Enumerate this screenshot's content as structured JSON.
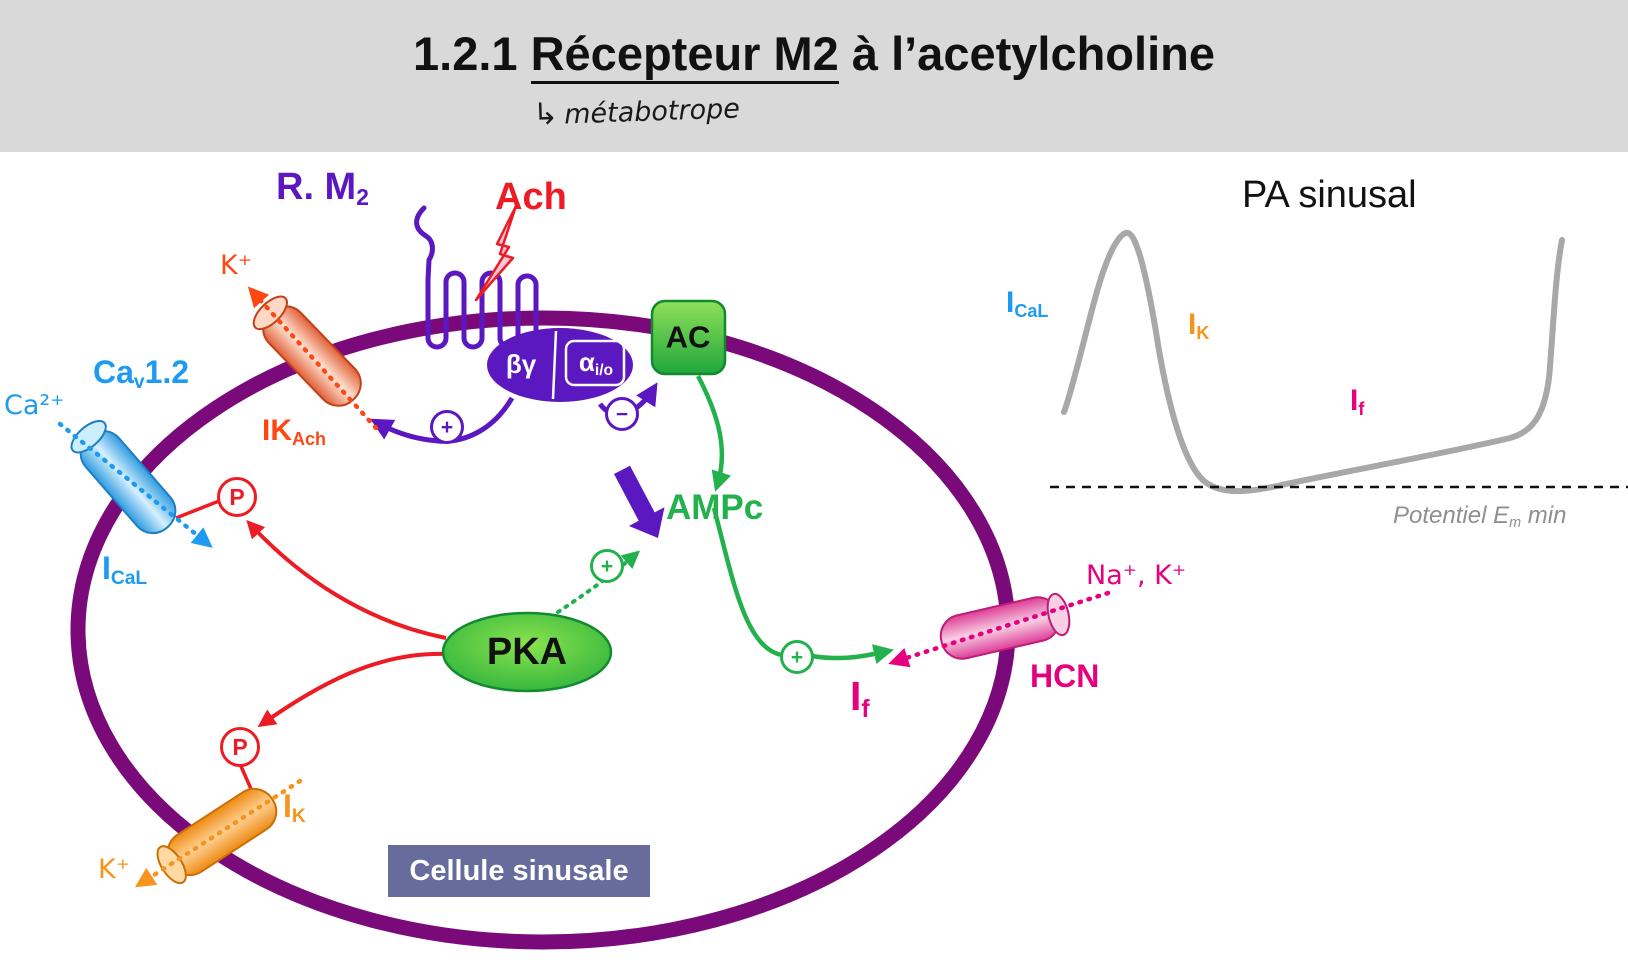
{
  "header": {
    "title_prefix": "1.2.1 ",
    "title_underlined": "Récepteur M2",
    "title_suffix": " à l’acetylcholine",
    "annotation_arrow": "↳",
    "annotation_text": "métabotrope"
  },
  "cell": {
    "label": "Cellule sinusale",
    "receptor": {
      "main": "R. M",
      "sub": "2"
    },
    "ligand": "Ach",
    "g_protein": {
      "beta_gamma": "βγ",
      "alpha_main": "α",
      "alpha_sub": "i/o"
    },
    "enzyme_ac": "AC",
    "second_messenger": "AMPc",
    "kinase": "PKA",
    "phospho": "P",
    "plus": "+",
    "minus": "−"
  },
  "channels": {
    "ikach": {
      "label_main": "IK",
      "label_sub": "Ach",
      "ion": "K⁺"
    },
    "cav12": {
      "name_main": "Ca",
      "name_sub": "v",
      "name_suffix": "1.2",
      "current_main": "I",
      "current_sub": "CaL",
      "ion": "Ca²⁺"
    },
    "ik": {
      "current_main": "I",
      "current_sub": "K",
      "ion": "K⁺"
    },
    "hcn": {
      "name": "HCN",
      "current_main": "I",
      "current_sub": "f",
      "ions": "Na⁺, K⁺"
    }
  },
  "graph": {
    "title": "PA sinusal",
    "label_ical": {
      "main": "I",
      "sub": "CaL"
    },
    "label_ik": {
      "main": "I",
      "sub": "K"
    },
    "label_if": {
      "main": "I",
      "sub": "f"
    },
    "note_prefix": "Potentiel E",
    "note_sub": "m",
    "note_suffix": " min"
  },
  "colors": {
    "membrane": "#7a0a7a",
    "purple": "#5b18c0",
    "green": "#22b14c",
    "red": "#ed1c24",
    "blue": "#1e9bf0",
    "orange": "#f7941d",
    "red_orange": "#ff4713",
    "magenta": "#e6007e",
    "curve_gray": "#a8a8a8",
    "header_bg": "#d9d9d9"
  }
}
